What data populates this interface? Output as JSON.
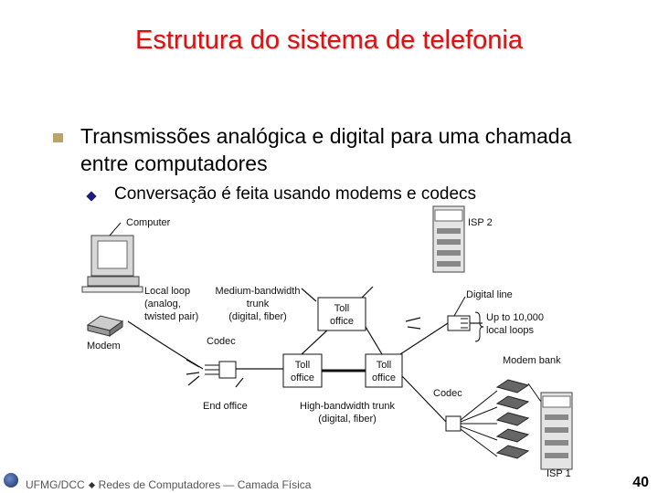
{
  "slide": {
    "title": "Estrutura do sistema de telefonia",
    "bullet1": "Transmissões analógica e digital para uma chamada entre computadores",
    "bullet2": "Conversação é feita usando modems e codecs",
    "page_number": "40"
  },
  "footer": {
    "course": "UFMG/DCC",
    "subject": "Redes de Computadores ― Camada Física"
  },
  "diagram": {
    "computer": "Computer",
    "local_loop": [
      "Local loop",
      "(analog,",
      "twisted pair)"
    ],
    "modem": "Modem",
    "medium_trunk": [
      "Medium-bandwidth",
      "trunk",
      "(digital, fiber)"
    ],
    "codec_left": "Codec",
    "end_office": "End office",
    "toll_office_top": [
      "Toll",
      "office"
    ],
    "toll_office_left": [
      "Toll",
      "office"
    ],
    "toll_office_right": [
      "Toll",
      "office"
    ],
    "high_trunk": [
      "High-bandwidth trunk",
      "(digital, fiber)"
    ],
    "isp2": "ISP 2",
    "digital_line": "Digital line",
    "local_loops": [
      "Up to 10,000",
      "local loops"
    ],
    "modem_bank": "Modem bank",
    "codec_right": "Codec",
    "isp1": "ISP 1"
  }
}
